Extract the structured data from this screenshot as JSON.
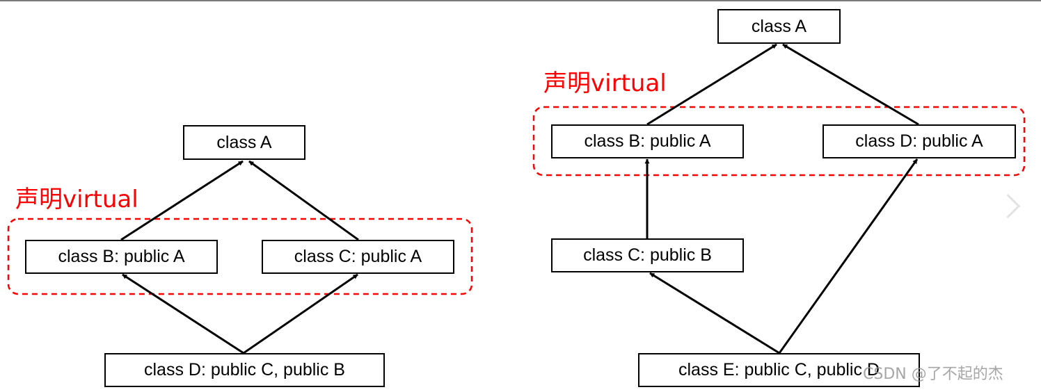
{
  "left_diagram": {
    "box_a": "class A",
    "box_b": "class B: public A",
    "box_c": "class C: public A",
    "box_d": "class D: public C, public B",
    "virtual_label": "声明virtual"
  },
  "right_diagram": {
    "box_a": "class A",
    "box_b": "class B: public A",
    "box_d": "class D: public A",
    "box_c": "class C: public B",
    "box_e": "class E: public C, public D",
    "virtual_label": "声明virtual"
  },
  "watermark": "CSDN @了不起的杰",
  "colors": {
    "highlight": "#ff0000",
    "border": "#000000"
  }
}
